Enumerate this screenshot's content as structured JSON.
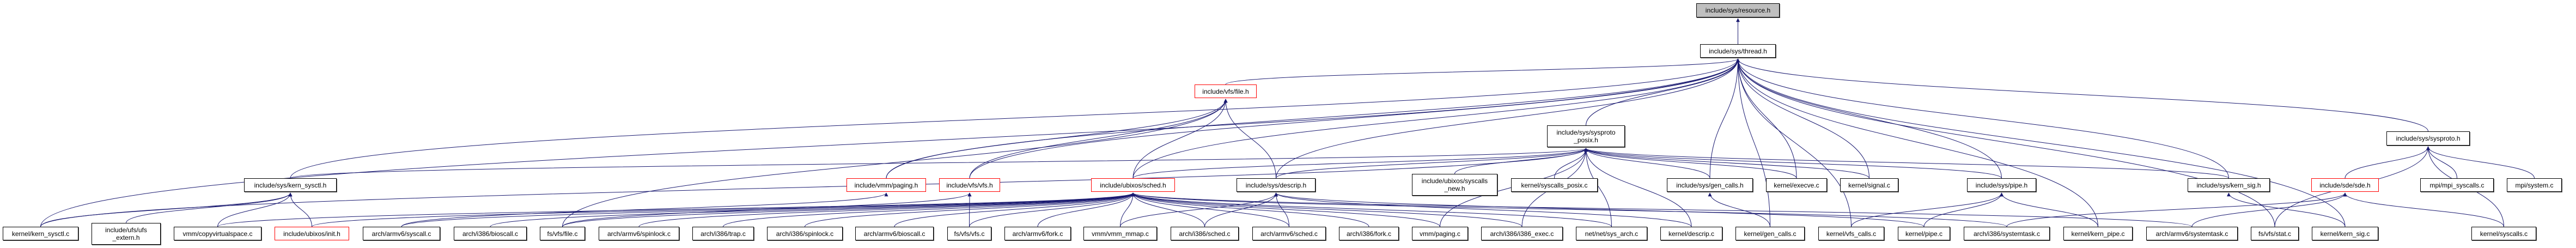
{
  "title": "include/sys/resource.h",
  "colors": {
    "edge": "#191970",
    "border": "#000000",
    "incomplete_border": "#ff0000",
    "root_fill": "#bfbfbf"
  },
  "nodes": [
    {
      "id": "resource",
      "label": "include/sys/resource.h",
      "style": "root"
    },
    {
      "id": "thread",
      "label": "include/sys/thread.h",
      "style": "normal"
    },
    {
      "id": "file_h",
      "label": "include/vfs/file.h",
      "style": "red"
    },
    {
      "id": "sysproto_posix",
      "label": "include/sys/sysproto\n_posix.h",
      "style": "normal"
    },
    {
      "id": "sysproto",
      "label": "include/sys/sysproto.h",
      "style": "normal"
    },
    {
      "id": "kern_sysctl_h",
      "label": "include/sys/kern_sysctl.h",
      "style": "normal"
    },
    {
      "id": "paging_h",
      "label": "include/vmm/paging.h",
      "style": "red"
    },
    {
      "id": "vfs_h",
      "label": "include/vfs/vfs.h",
      "style": "red"
    },
    {
      "id": "sched_h",
      "label": "include/ubixos/sched.h",
      "style": "red"
    },
    {
      "id": "descrip_h",
      "label": "include/sys/descrip.h",
      "style": "normal"
    },
    {
      "id": "syscalls_new_h",
      "label": "include/ubixos/syscalls\n_new.h",
      "style": "normal"
    },
    {
      "id": "syscalls_posix_c",
      "label": "kernel/syscalls_posix.c",
      "style": "normal"
    },
    {
      "id": "gen_calls_h",
      "label": "include/sys/gen_calls.h",
      "style": "normal"
    },
    {
      "id": "execve_c",
      "label": "kernel/execve.c",
      "style": "normal"
    },
    {
      "id": "signal_c",
      "label": "kernel/signal.c",
      "style": "normal"
    },
    {
      "id": "pipe_h",
      "label": "include/sys/pipe.h",
      "style": "normal"
    },
    {
      "id": "kern_sig_h",
      "label": "include/sys/kern_sig.h",
      "style": "normal"
    },
    {
      "id": "sde_h",
      "label": "include/sde/sde.h",
      "style": "red"
    },
    {
      "id": "mpi_syscalls_c",
      "label": "mpi/mpi_syscalls.c",
      "style": "normal"
    },
    {
      "id": "system_c",
      "label": "mpi/system.c",
      "style": "normal"
    },
    {
      "id": "kern_sysctl_c",
      "label": "kernel/kern_sysctl.c",
      "style": "normal"
    },
    {
      "id": "ufs_extern_h",
      "label": "include/ufs/ufs\n_extern.h",
      "style": "normal"
    },
    {
      "id": "copyvirtualspace",
      "label": "vmm/copyvirtualspace.c",
      "style": "normal"
    },
    {
      "id": "init_h",
      "label": "include/ubixos/init.h",
      "style": "red"
    },
    {
      "id": "armv6_syscall",
      "label": "arch/armv6/syscall.c",
      "style": "normal"
    },
    {
      "id": "i386_bioscall",
      "label": "arch/i386/bioscall.c",
      "style": "normal"
    },
    {
      "id": "vfs_file_c",
      "label": "fs/vfs/file.c",
      "style": "normal"
    },
    {
      "id": "armv6_spinlock",
      "label": "arch/armv6/spinlock.c",
      "style": "normal"
    },
    {
      "id": "i386_trap",
      "label": "arch/i386/trap.c",
      "style": "normal"
    },
    {
      "id": "i386_spinlock",
      "label": "arch/i386/spinlock.c",
      "style": "normal"
    },
    {
      "id": "armv6_bioscall",
      "label": "arch/armv6/bioscall.c",
      "style": "normal"
    },
    {
      "id": "vfs_vfs_c",
      "label": "fs/vfs/vfs.c",
      "style": "normal"
    },
    {
      "id": "armv6_fork",
      "label": "arch/armv6/fork.c",
      "style": "normal"
    },
    {
      "id": "vmm_mmap",
      "label": "vmm/vmm_mmap.c",
      "style": "normal"
    },
    {
      "id": "i386_sched",
      "label": "arch/i386/sched.c",
      "style": "normal"
    },
    {
      "id": "armv6_sched",
      "label": "arch/armv6/sched.c",
      "style": "normal"
    },
    {
      "id": "i386_fork",
      "label": "arch/i386/fork.c",
      "style": "normal"
    },
    {
      "id": "vmm_paging_c",
      "label": "vmm/paging.c",
      "style": "normal"
    },
    {
      "id": "i386_exec",
      "label": "arch/i386/i386_exec.c",
      "style": "normal"
    },
    {
      "id": "sys_arch",
      "label": "net/net/sys_arch.c",
      "style": "normal"
    },
    {
      "id": "descrip_c",
      "label": "kernel/descrip.c",
      "style": "normal"
    },
    {
      "id": "gen_calls_c",
      "label": "kernel/gen_calls.c",
      "style": "normal"
    },
    {
      "id": "vfs_calls",
      "label": "kernel/vfs_calls.c",
      "style": "normal"
    },
    {
      "id": "pipe_c",
      "label": "kernel/pipe.c",
      "style": "normal"
    },
    {
      "id": "i386_systemtask",
      "label": "arch/i386/systemtask.c",
      "style": "normal"
    },
    {
      "id": "kern_pipe",
      "label": "kernel/kern_pipe.c",
      "style": "normal"
    },
    {
      "id": "armv6_systemtask",
      "label": "arch/armv6/systemtask.c",
      "style": "normal"
    },
    {
      "id": "stat_c",
      "label": "fs/vfs/stat.c",
      "style": "normal"
    },
    {
      "id": "kern_sig_c",
      "label": "kernel/kern_sig.c",
      "style": "normal"
    },
    {
      "id": "syscalls_c",
      "label": "kernel/syscalls.c",
      "style": "normal"
    }
  ],
  "edges": [
    [
      "thread",
      "resource"
    ],
    [
      "file_h",
      "thread"
    ],
    [
      "sysproto_posix",
      "thread"
    ],
    [
      "sysproto",
      "thread"
    ],
    [
      "kern_sysctl_h",
      "thread"
    ],
    [
      "kern_sysctl_h",
      "sysproto_posix"
    ],
    [
      "paging_h",
      "thread"
    ],
    [
      "paging_h",
      "file_h"
    ],
    [
      "vfs_h",
      "thread"
    ],
    [
      "vfs_h",
      "file_h"
    ],
    [
      "sched_h",
      "thread"
    ],
    [
      "sched_h",
      "file_h"
    ],
    [
      "sched_h",
      "sysproto_posix"
    ],
    [
      "descrip_h",
      "thread"
    ],
    [
      "descrip_h",
      "file_h"
    ],
    [
      "descrip_h",
      "sysproto_posix"
    ],
    [
      "syscalls_new_h",
      "sysproto_posix"
    ],
    [
      "syscalls_posix_c",
      "sysproto_posix"
    ],
    [
      "gen_calls_h",
      "thread"
    ],
    [
      "gen_calls_h",
      "sysproto_posix"
    ],
    [
      "execve_c",
      "thread"
    ],
    [
      "execve_c",
      "sysproto_posix"
    ],
    [
      "signal_c",
      "thread"
    ],
    [
      "signal_c",
      "sysproto_posix"
    ],
    [
      "pipe_h",
      "thread"
    ],
    [
      "pipe_h",
      "sysproto_posix"
    ],
    [
      "kern_sig_h",
      "thread"
    ],
    [
      "kern_sig_h",
      "sysproto_posix"
    ],
    [
      "sde_h",
      "sysproto"
    ],
    [
      "mpi_syscalls_c",
      "sysproto"
    ],
    [
      "system_c",
      "sysproto"
    ],
    [
      "kern_sysctl_c",
      "thread"
    ],
    [
      "kern_sysctl_c",
      "sysproto_posix"
    ],
    [
      "kern_sysctl_c",
      "kern_sysctl_h"
    ],
    [
      "ufs_extern_h",
      "kern_sysctl_h"
    ],
    [
      "copyvirtualspace",
      "kern_sysctl_h"
    ],
    [
      "copyvirtualspace",
      "sched_h"
    ],
    [
      "init_h",
      "kern_sysctl_h"
    ],
    [
      "init_h",
      "sched_h"
    ],
    [
      "armv6_syscall",
      "sched_h"
    ],
    [
      "armv6_syscall",
      "paging_h"
    ],
    [
      "i386_bioscall",
      "sched_h"
    ],
    [
      "vfs_file_c",
      "file_h"
    ],
    [
      "vfs_file_c",
      "vfs_h"
    ],
    [
      "vfs_file_c",
      "sched_h"
    ],
    [
      "armv6_spinlock",
      "sched_h"
    ],
    [
      "i386_trap",
      "sched_h"
    ],
    [
      "i386_spinlock",
      "sched_h"
    ],
    [
      "armv6_bioscall",
      "sched_h"
    ],
    [
      "vfs_vfs_c",
      "vfs_h"
    ],
    [
      "vfs_vfs_c",
      "sched_h"
    ],
    [
      "armv6_fork",
      "sched_h"
    ],
    [
      "vmm_mmap",
      "sched_h"
    ],
    [
      "vmm_mmap",
      "descrip_h"
    ],
    [
      "i386_sched",
      "sched_h"
    ],
    [
      "i386_sched",
      "descrip_h"
    ],
    [
      "armv6_sched",
      "sched_h"
    ],
    [
      "armv6_sched",
      "descrip_h"
    ],
    [
      "i386_fork",
      "sched_h"
    ],
    [
      "vmm_paging_c",
      "sched_h"
    ],
    [
      "vmm_paging_c",
      "sysproto_posix"
    ],
    [
      "i386_exec",
      "sched_h"
    ],
    [
      "i386_exec",
      "sysproto_posix"
    ],
    [
      "sys_arch",
      "sched_h"
    ],
    [
      "sys_arch",
      "sysproto_posix"
    ],
    [
      "descrip_c",
      "descrip_h"
    ],
    [
      "descrip_c",
      "sysproto_posix"
    ],
    [
      "gen_calls_c",
      "gen_calls_h"
    ],
    [
      "gen_calls_c",
      "thread"
    ],
    [
      "vfs_calls",
      "pipe_h"
    ],
    [
      "vfs_calls",
      "thread"
    ],
    [
      "pipe_c",
      "pipe_h"
    ],
    [
      "pipe_c",
      "descrip_h"
    ],
    [
      "i386_systemtask",
      "sched_h"
    ],
    [
      "i386_systemtask",
      "sde_h"
    ],
    [
      "kern_pipe",
      "pipe_h"
    ],
    [
      "kern_pipe",
      "thread"
    ],
    [
      "armv6_systemtask",
      "sde_h"
    ],
    [
      "armv6_systemtask",
      "sched_h"
    ],
    [
      "stat_c",
      "sysproto"
    ],
    [
      "stat_c",
      "thread"
    ],
    [
      "kern_sig_c",
      "kern_sig_h"
    ],
    [
      "kern_sig_c",
      "thread"
    ],
    [
      "syscalls_c",
      "sde_h"
    ],
    [
      "syscalls_c",
      "sysproto"
    ]
  ]
}
